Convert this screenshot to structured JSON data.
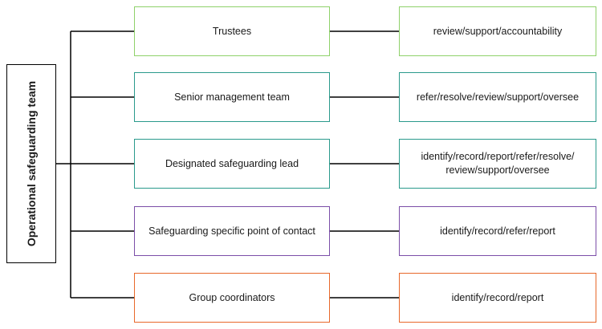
{
  "team": {
    "label": "Operational safeguarding team"
  },
  "rows": [
    {
      "role": "Trustees",
      "responsibilities": "review/support/accountability",
      "color": "#8fd16a"
    },
    {
      "role": "Senior management team",
      "responsibilities": "refer/resolve/review/support/oversee",
      "color": "#2a9a8c"
    },
    {
      "role": "Designated safeguarding lead",
      "responsibilities": "identify/record/report/refer/resolve/ review/support/oversee",
      "color": "#2a9a8c"
    },
    {
      "role": "Safeguarding specific point of contact",
      "responsibilities": "identify/record/refer/report",
      "color": "#7b4ea8"
    },
    {
      "role": "Group coordinators",
      "responsibilities": "identify/record/report",
      "color": "#e8682a"
    }
  ]
}
